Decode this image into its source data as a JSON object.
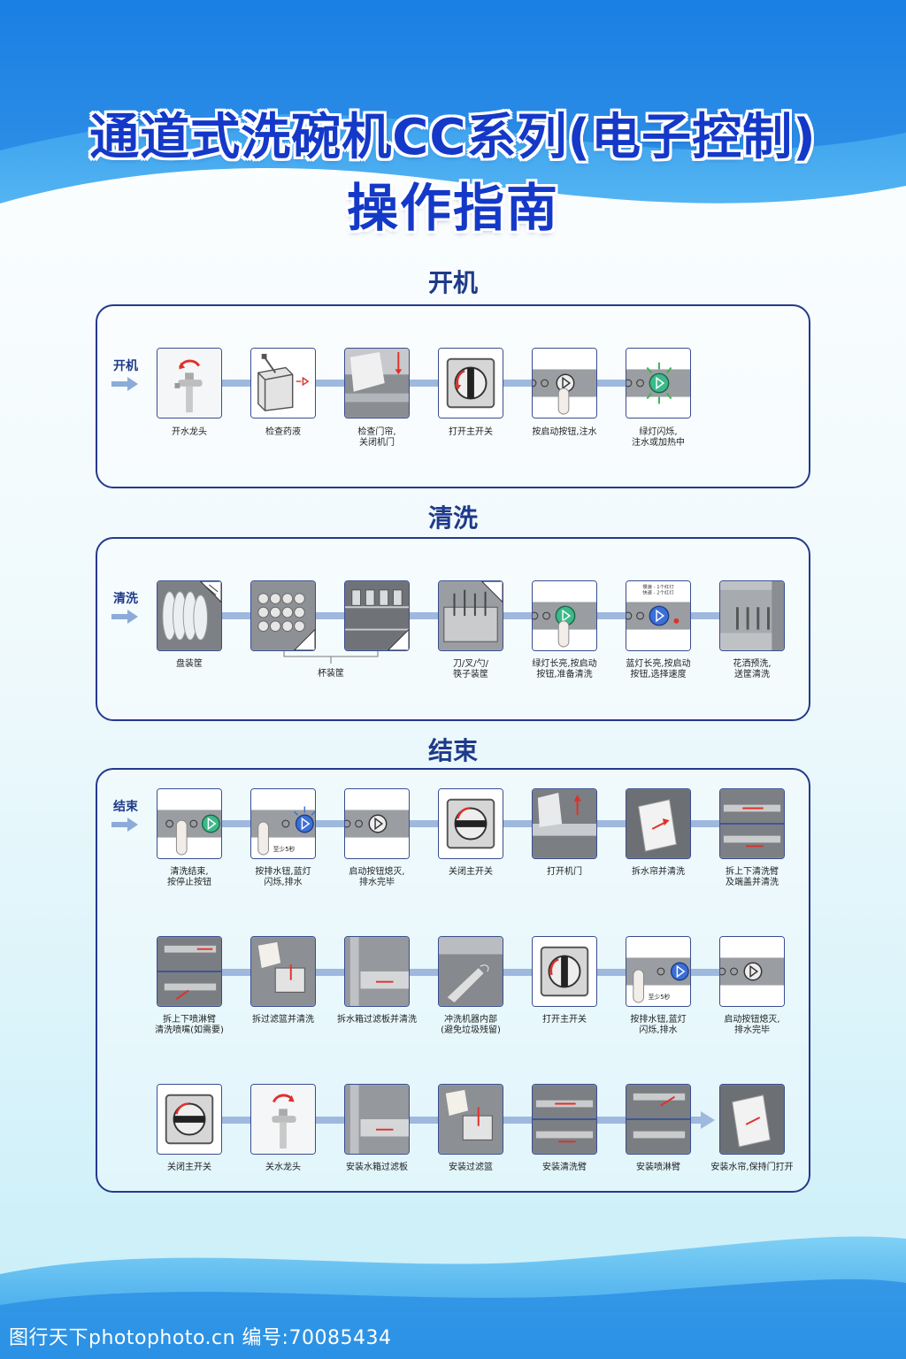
{
  "title": {
    "line1": "通道式洗碗机CC系列(电子控制)",
    "line2": "操作指南"
  },
  "sections": {
    "start": {
      "title": "开机",
      "label": "开机",
      "steps": [
        "开水龙头",
        "检查药液",
        "检查门帘,\n关闭机门",
        "打开主开关",
        "按启动按钮,注水",
        "绿灯闪烁,\n注水或加热中"
      ]
    },
    "wash": {
      "title": "清洗",
      "label": "清洗",
      "steps": [
        "盘装筐",
        "",
        "",
        "刀/叉/勺/\n筷子装筐",
        "绿灯长亮,按启动\n按钮,准备清洗",
        "蓝灯长亮,按启动\n按钮,选择速度",
        "花洒预洗,\n送筐清洗"
      ],
      "group_label": "杯装筐",
      "speed_note_1": "慢速 - 1个红灯",
      "speed_note_2": "快速 - 2个红灯"
    },
    "end": {
      "title": "结束",
      "label": "结束",
      "row1": [
        "清洗结束,\n按停止按钮",
        "按排水钮,蓝灯\n闪烁,排水",
        "启动按钮熄灭,\n排水完毕",
        "关闭主开关",
        "打开机门",
        "拆水帘并清洗",
        "拆上下清洗臂\n及端盖并清洗"
      ],
      "row2": [
        "拆上下喷淋臂\n清洗喷嘴(如需要)",
        "拆过滤篮并清洗",
        "拆水箱过滤板并清洗",
        "冲洗机器内部\n(避免垃圾残留)",
        "打开主开关",
        "按排水钮,蓝灯\n闪烁,排水",
        "启动按钮熄灭,\n排水完毕"
      ],
      "row3": [
        "关闭主开关",
        "关水龙头",
        "安装水箱过滤板",
        "安装过滤篮",
        "安装清洗臂",
        "安装喷淋臂",
        "安装水帘,保持门打开"
      ],
      "hold_note": "至少5秒"
    }
  },
  "watermark": "图行天下photophoto.cn  编号:70085434",
  "colors": {
    "title": "#1439c8",
    "panel_border": "#243a8c",
    "connector": "#9fb8de",
    "green_button": "#3db88a",
    "blue_button": "#3b6fd8",
    "red_mark": "#e0302a"
  }
}
